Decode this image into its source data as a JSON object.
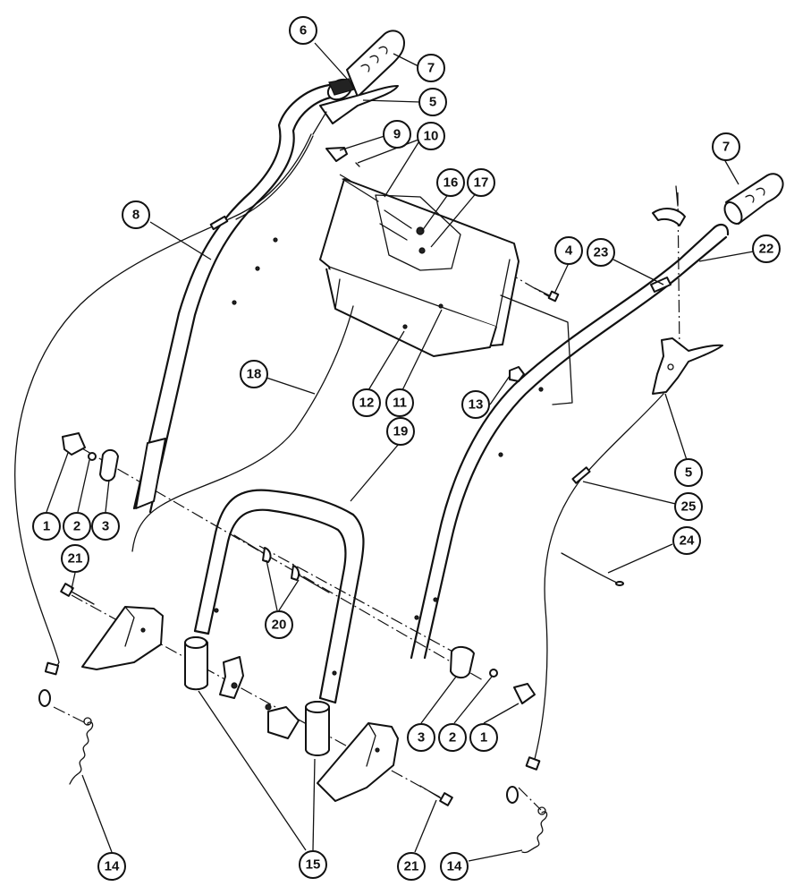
{
  "callouts": [
    {
      "id": "c6",
      "number": "6"
    },
    {
      "id": "c7a",
      "number": "7"
    },
    {
      "id": "c5a",
      "number": "5"
    },
    {
      "id": "c9",
      "number": "9"
    },
    {
      "id": "c10",
      "number": "10"
    },
    {
      "id": "c16",
      "number": "16"
    },
    {
      "id": "c17",
      "number": "17"
    },
    {
      "id": "c7b",
      "number": "7"
    },
    {
      "id": "c8",
      "number": "8"
    },
    {
      "id": "c4",
      "number": "4"
    },
    {
      "id": "c23",
      "number": "23"
    },
    {
      "id": "c22",
      "number": "22"
    },
    {
      "id": "c18",
      "number": "18"
    },
    {
      "id": "c12",
      "number": "12"
    },
    {
      "id": "c11",
      "number": "11"
    },
    {
      "id": "c13",
      "number": "13"
    },
    {
      "id": "c19",
      "number": "19"
    },
    {
      "id": "c5b",
      "number": "5"
    },
    {
      "id": "c1a",
      "number": "1"
    },
    {
      "id": "c2a",
      "number": "2"
    },
    {
      "id": "c3a",
      "number": "3"
    },
    {
      "id": "c25",
      "number": "25"
    },
    {
      "id": "c21a",
      "number": "21"
    },
    {
      "id": "c24",
      "number": "24"
    },
    {
      "id": "c20",
      "number": "20"
    },
    {
      "id": "c3b",
      "number": "3"
    },
    {
      "id": "c2b",
      "number": "2"
    },
    {
      "id": "c1b",
      "number": "1"
    },
    {
      "id": "c14a",
      "number": "14"
    },
    {
      "id": "c15",
      "number": "15"
    },
    {
      "id": "c21b",
      "number": "21"
    },
    {
      "id": "c14b",
      "number": "14"
    }
  ],
  "colors": {
    "line": "#111111",
    "background": "#ffffff"
  }
}
